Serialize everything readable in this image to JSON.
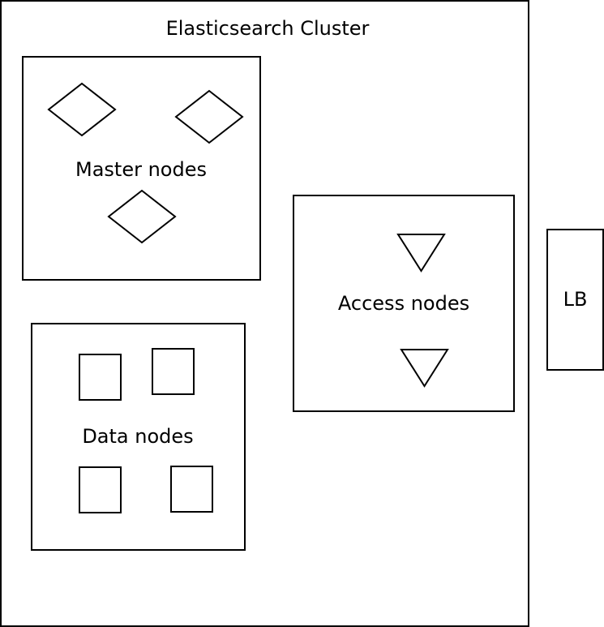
{
  "cluster": {
    "title": "Elasticsearch Cluster"
  },
  "groups": {
    "master": {
      "label": "Master nodes",
      "node_shape": "diamond",
      "node_count": 3
    },
    "data": {
      "label": "Data nodes",
      "node_shape": "square",
      "node_count": 4
    },
    "access": {
      "label": "Access nodes",
      "node_shape": "inverted-triangle",
      "node_count": 2
    }
  },
  "load_balancer": {
    "label": "LB"
  },
  "colors": {
    "stroke": "#000000",
    "fill": "#ffffff",
    "text": "#000000"
  }
}
